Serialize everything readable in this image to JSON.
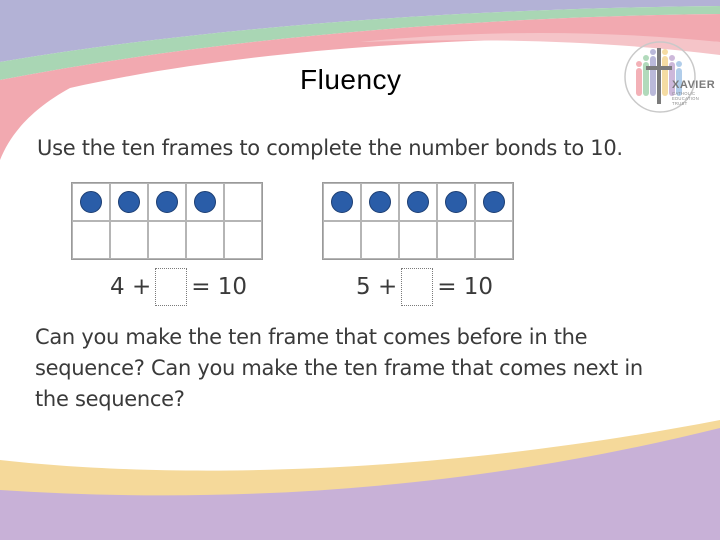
{
  "slide": {
    "title": "Fluency",
    "instruction": "Use the ten frames to complete the number bonds to 10."
  },
  "logo": {
    "name": "XAVIER",
    "line1": "CATHOLIC",
    "line2": "EDUCATION",
    "line3": "TRUST"
  },
  "frames": [
    {
      "filled": 4,
      "equation": {
        "left": "4 +",
        "right": "= 10"
      }
    },
    {
      "filled": 5,
      "equation": {
        "left": "5 +",
        "right": "= 10"
      }
    }
  ],
  "question": {
    "line1": "Can you make the ten frame that comes before in the",
    "line2": "sequence?  Can you make the ten frame that comes next in",
    "line3": "the sequence?"
  },
  "colors": {
    "counter": "#2a5da8",
    "band_purple": "#b3b2d6",
    "band_green": "#a9d6b4",
    "band_pink": "#f2a9b0",
    "band_lilac": "#c8b1d7"
  }
}
